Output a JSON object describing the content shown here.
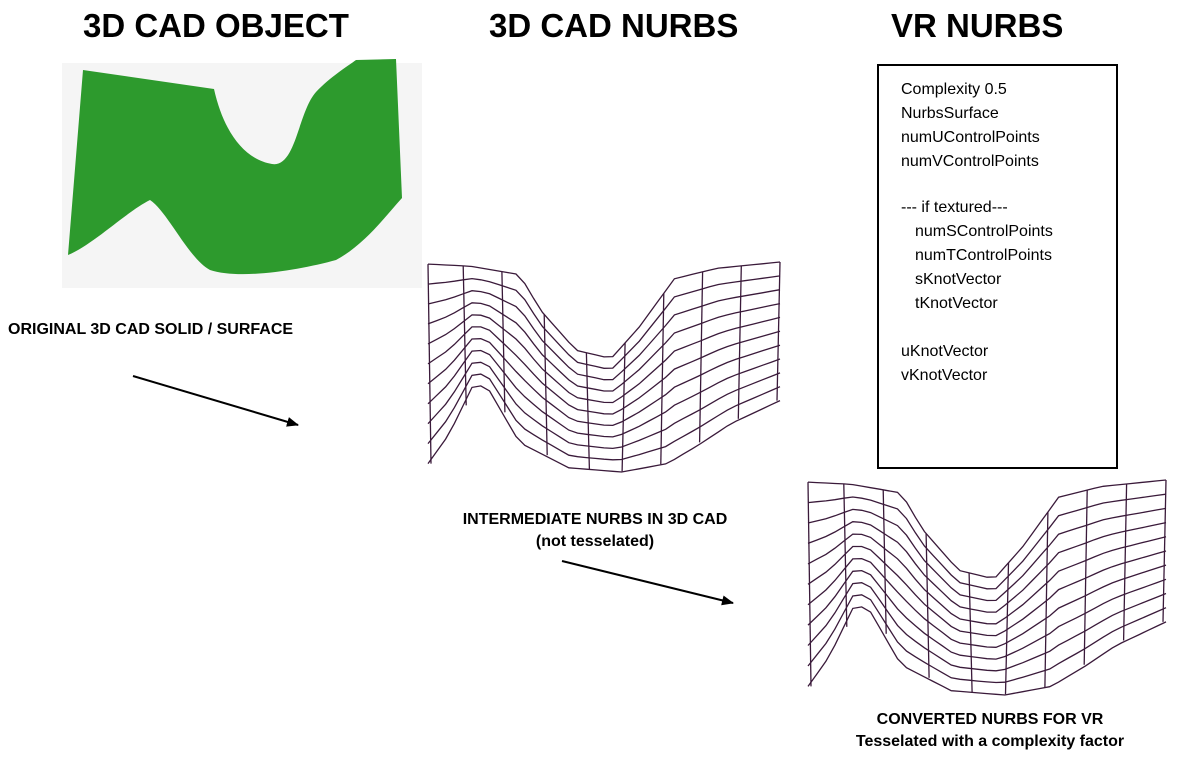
{
  "headings": {
    "cad_object": "3D CAD OBJECT",
    "cad_nurbs": "3D CAD NURBS",
    "vr_nurbs": "VR  NURBS"
  },
  "captions": {
    "original": "ORIGINAL 3D CAD SOLID / SURFACE",
    "intermediate_line1": "INTERMEDIATE NURBS IN 3D CAD",
    "intermediate_line2": "(not tesselated)",
    "converted_line1": "CONVERTED NURBS FOR VR",
    "converted_line2": "Tesselated with a complexity factor"
  },
  "vr_node_box": {
    "lines": [
      "Complexity 0.5",
      "NurbsSurface",
      "numUControlPoints",
      "numVControlPoints",
      "--- if textured---",
      "numSControlPoints",
      "numTControlPoints",
      "sKnotVector",
      "tKnotVector",
      "uKnotVector",
      "vKnotVector"
    ]
  },
  "colors": {
    "solid_fill": "#2d9a2d",
    "solid_background": "#f5f5f5",
    "mesh_line": "#3a1a3a",
    "arrow": "#000000"
  }
}
